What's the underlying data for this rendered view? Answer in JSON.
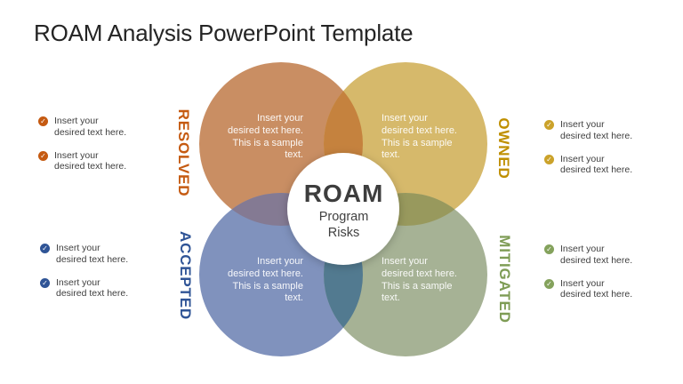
{
  "title": "ROAM Analysis PowerPoint Template",
  "center": {
    "acronym": "ROAM",
    "subtitle_lines": [
      "Program",
      "Risks"
    ]
  },
  "icons": {
    "check": "✓"
  },
  "colors": {
    "resolved_circle": "#C98E63",
    "owned_circle": "#D6B96B",
    "accepted_circle": "#8092BD",
    "mitigated_circle": "#A6B295",
    "resolved_owned_overlap": "#C5823E",
    "resolved_accepted_overlap": "#847A93",
    "owned_mitigated_overlap": "#98995D",
    "accepted_mitigated_overlap": "#527A90",
    "center_circle": "#FFFFFF",
    "resolved_accent": "#C55A11",
    "owned_accent": "#BF8F00",
    "accepted_accent": "#2F5496",
    "mitigated_accent": "#7E9C55"
  },
  "quadrants": [
    {
      "label": "RESOLVED",
      "circle_text": [
        "Insert your",
        "desired text here.",
        "This is a sample",
        "text."
      ],
      "items": [
        [
          "Insert your",
          "desired text here."
        ],
        [
          "Insert your",
          "desired text here."
        ]
      ]
    },
    {
      "label": "OWNED",
      "circle_text": [
        "Insert your",
        "desired text here.",
        "This is a sample",
        "text."
      ],
      "items": [
        [
          "Insert your",
          "desired text here."
        ],
        [
          "Insert your",
          "desired text here."
        ]
      ]
    },
    {
      "label": "ACCEPTED",
      "circle_text": [
        "Insert your",
        "desired text here.",
        "This is a sample",
        "text."
      ],
      "items": [
        [
          "Insert your",
          "desired text here."
        ],
        [
          "Insert your",
          "desired text here."
        ]
      ]
    },
    {
      "label": "MITIGATED",
      "circle_text": [
        "Insert your",
        "desired text here.",
        "This is a sample",
        "text."
      ],
      "items": [
        [
          "Insert your",
          "desired text here."
        ],
        [
          "Insert your",
          "desired text here."
        ]
      ]
    }
  ]
}
